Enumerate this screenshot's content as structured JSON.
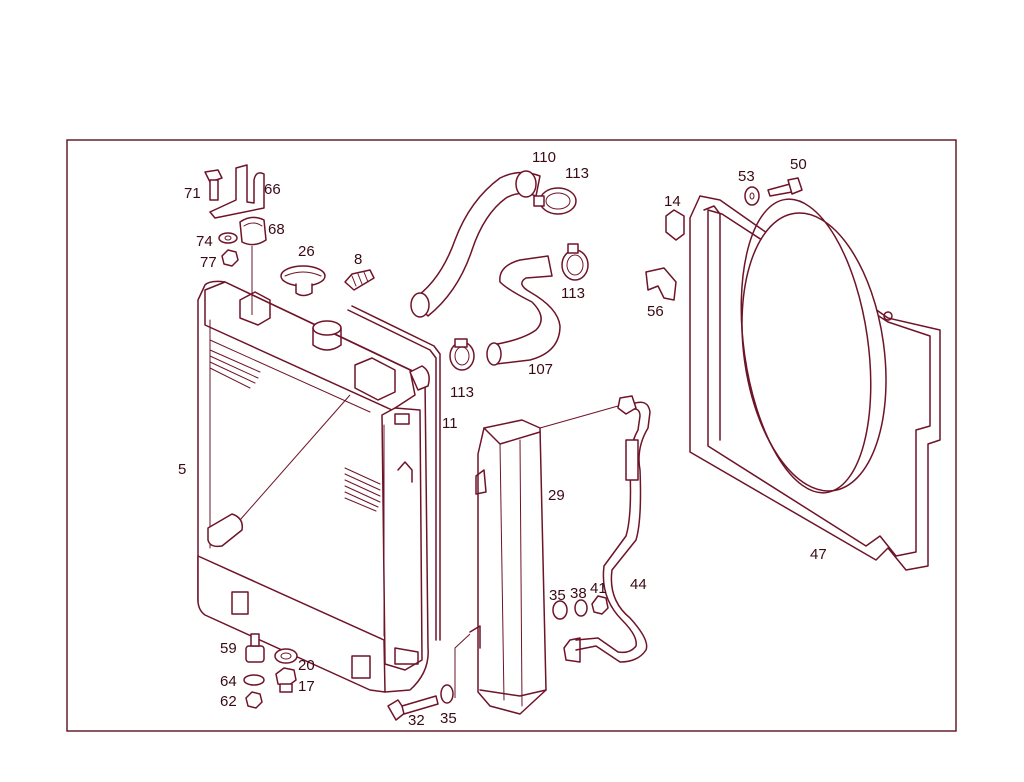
{
  "colors": {
    "line": "#6e1428",
    "text": "#3a0a14",
    "background": "#ffffff"
  },
  "callouts": [
    {
      "id": "radiator",
      "label": "5"
    },
    {
      "id": "drain-plug",
      "label": "8"
    },
    {
      "id": "dipstick-tube",
      "label": "11"
    },
    {
      "id": "hex-bolt-sleeve",
      "label": "14"
    },
    {
      "id": "plug",
      "label": "17"
    },
    {
      "id": "seal-ring",
      "label": "20"
    },
    {
      "id": "radiator-cap",
      "label": "26"
    },
    {
      "id": "oil-cooler",
      "label": "29"
    },
    {
      "id": "bolt",
      "label": "32"
    },
    {
      "id": "washer-lower",
      "label": "35"
    },
    {
      "id": "washer-upper",
      "label": "35"
    },
    {
      "id": "lock-washer",
      "label": "38"
    },
    {
      "id": "nut",
      "label": "41"
    },
    {
      "id": "oil-line",
      "label": "44"
    },
    {
      "id": "fan-shroud",
      "label": "47"
    },
    {
      "id": "screw",
      "label": "50"
    },
    {
      "id": "washer-shroud",
      "label": "53"
    },
    {
      "id": "clip",
      "label": "56"
    },
    {
      "id": "rubber-mount",
      "label": "59"
    },
    {
      "id": "washer-mount",
      "label": "62"
    },
    {
      "id": "rubber-pad",
      "label": "64"
    },
    {
      "id": "bracket",
      "label": "66"
    },
    {
      "id": "rubber-sleeve",
      "label": "68"
    },
    {
      "id": "bolt-top",
      "label": "71"
    },
    {
      "id": "washer-top",
      "label": "74"
    },
    {
      "id": "nut-top",
      "label": "77"
    },
    {
      "id": "lower-hose",
      "label": "107"
    },
    {
      "id": "upper-hose",
      "label": "110"
    },
    {
      "id": "hose-clamp-a",
      "label": "113"
    },
    {
      "id": "hose-clamp-b",
      "label": "113"
    },
    {
      "id": "hose-clamp-c",
      "label": "113"
    }
  ]
}
